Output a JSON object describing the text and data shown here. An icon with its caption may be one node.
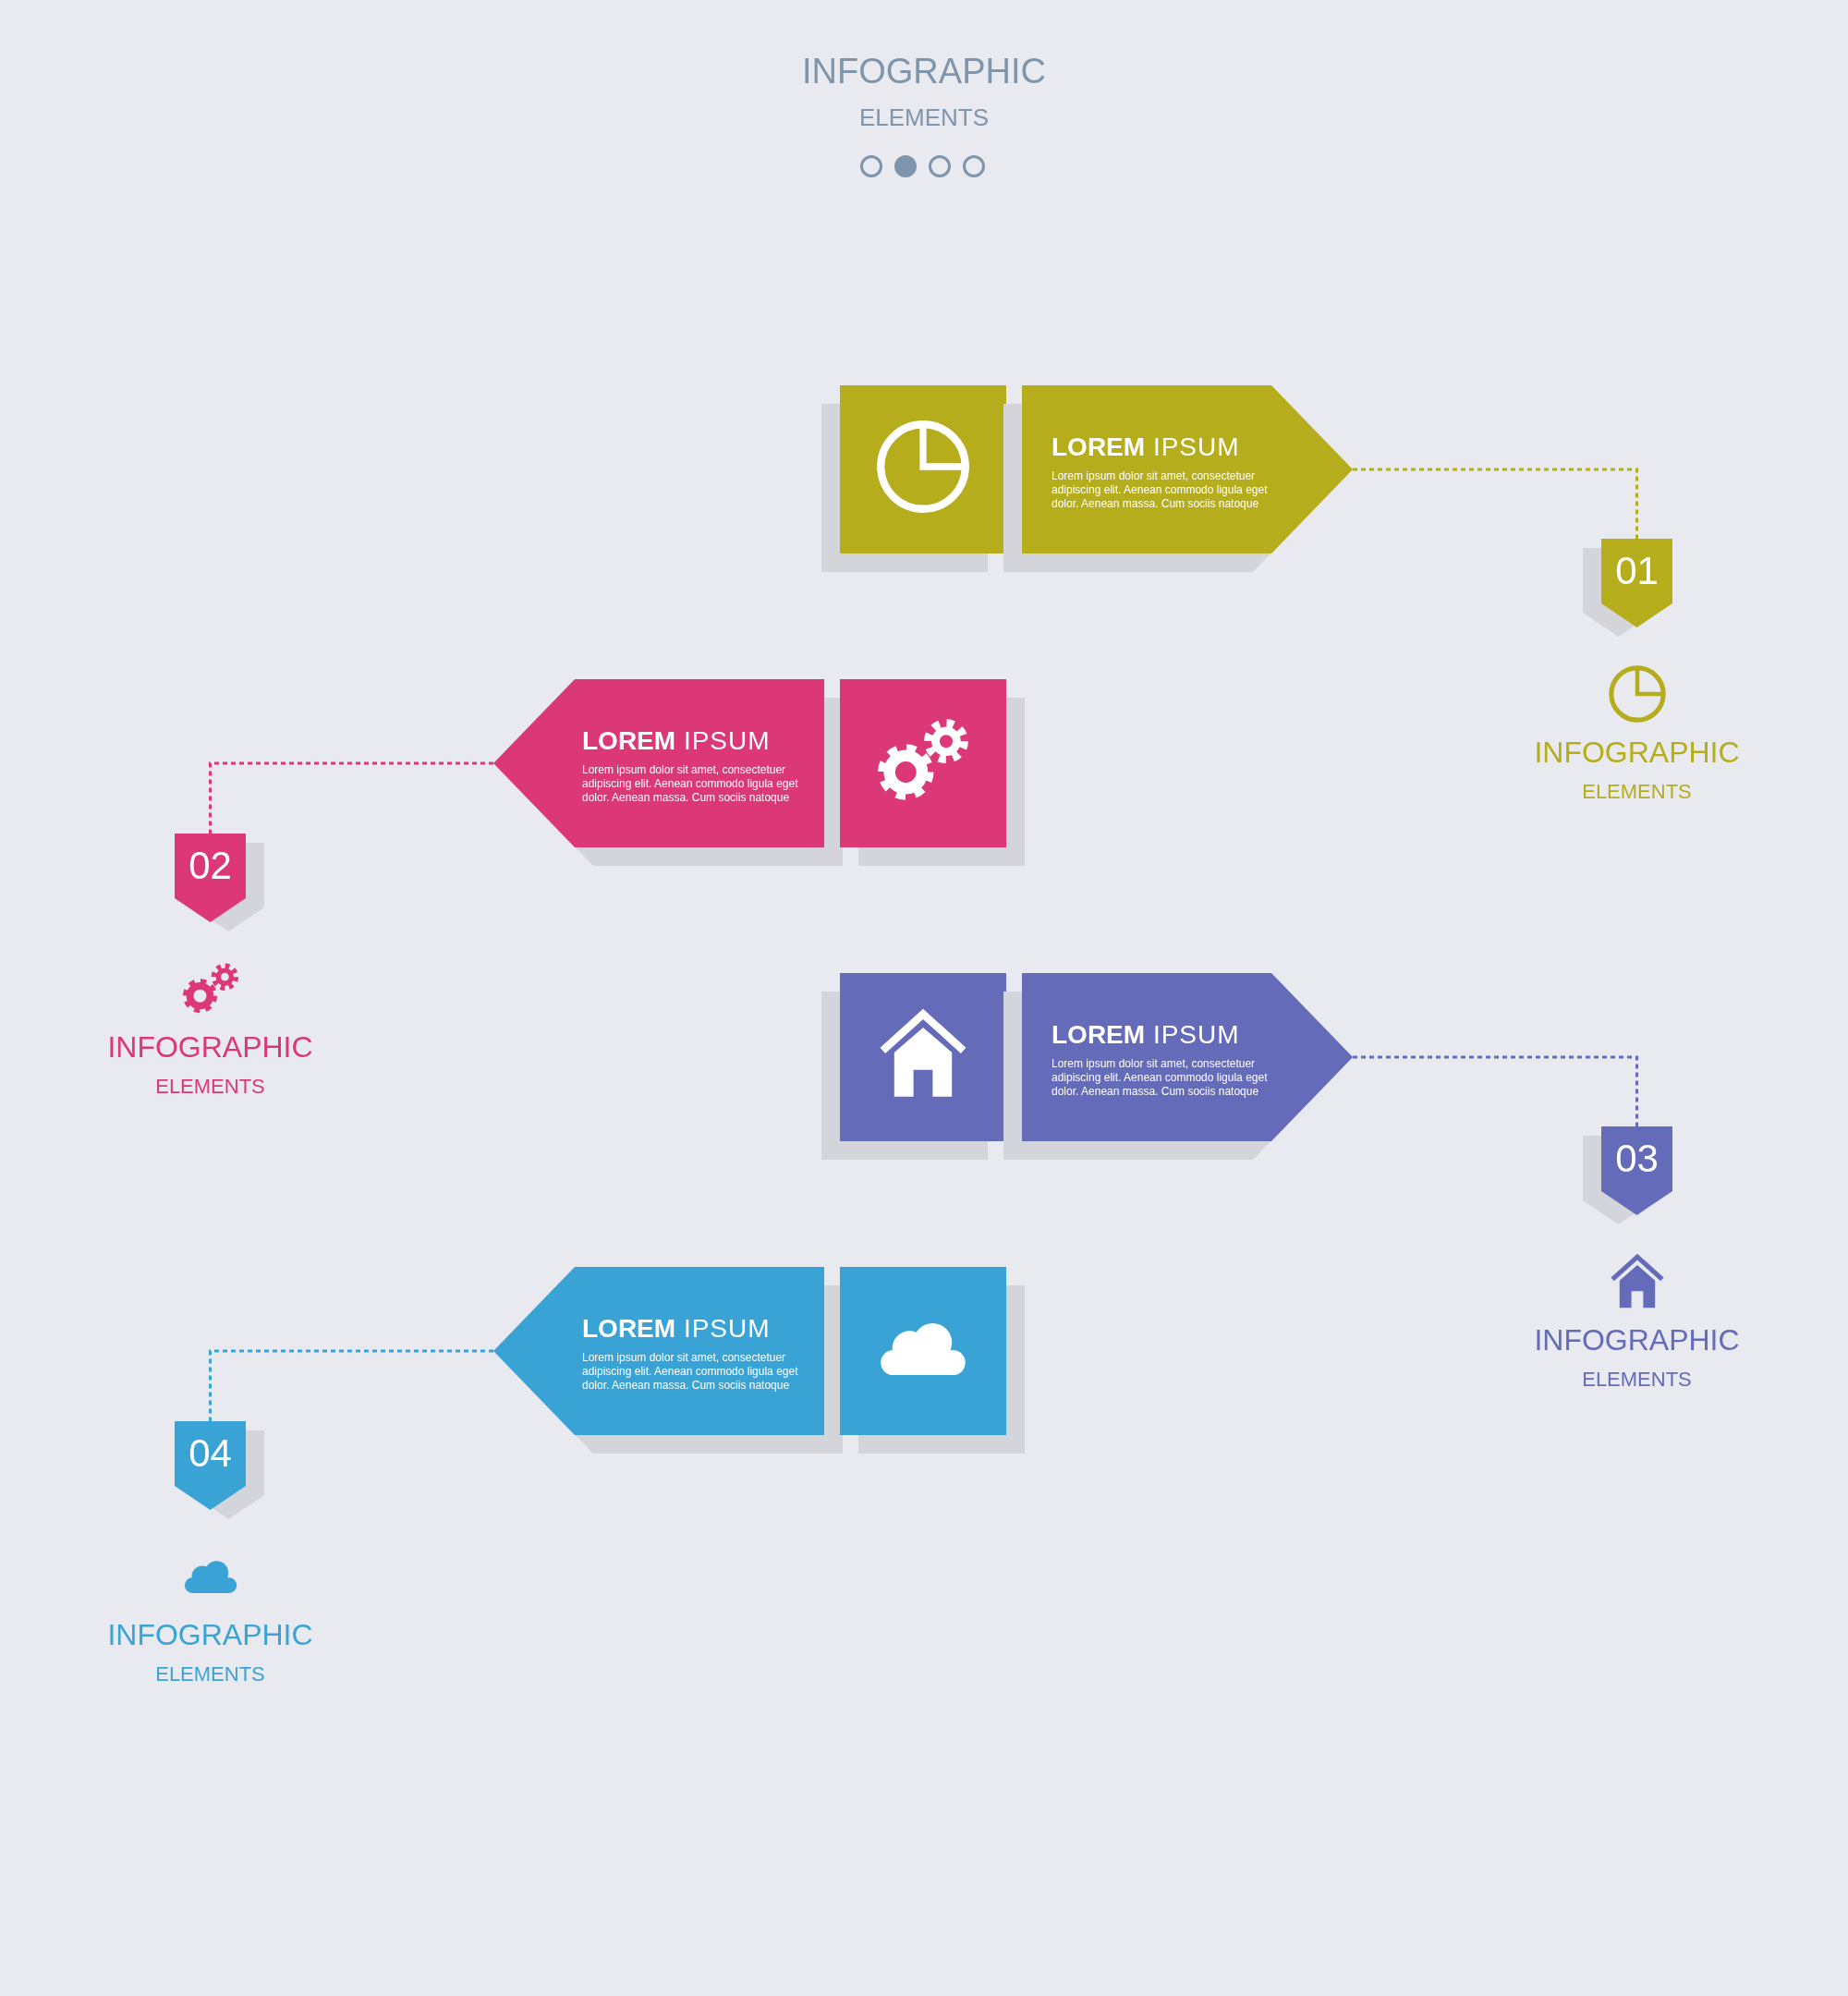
{
  "diagram": {
    "title": "INFOGRAPHIC",
    "nodes": [
      {
        "text": [],
        "shape": "box"
      },
      {
        "text": [
          "**LOREM** IPSUM",
          "Lorem ipsum dolor sit amet, consectetuer adipiscing elit. Aenean commodo ligula eget dolor. Aenean massa. Cum sociis natoque"
        ]
      },
      {
        "text": [
          "01"
        ],
        "beside": [
          "INFOGRAPHIC",
          "ELEMENTS"
        ]
      },
      {
        "text": [
          "**LOREM** IPSUM",
          "Lorem ipsum dolor sit amet, consectetuer adipiscing elit. Aenean commodo ligula eget dolor. Aenean massa. Cum sociis natoque"
        ]
      },
      {
        "text": [],
        "shape": "box"
      },
      {
        "text": [
          "02"
        ],
        "beside": [
          "INFOGRAPHIC",
          "ELEMENTS"
        ]
      },
      {
        "text": [],
        "shape": "box"
      },
      {
        "text": [
          "**LOREM** IPSUM",
          "Lorem ipsum dolor sit amet, consectetuer adipiscing elit. Aenean commodo ligula eget dolor. Aenean massa. Cum sociis natoque"
        ]
      },
      {
        "text": [
          "03"
        ],
        "beside": [
          "INFOGRAPHIC",
          "ELEMENTS"
        ]
      },
      {
        "text": [
          "**LOREM** IPSUM",
          "Lorem ipsum dolor sit amet, consectetuer adipiscing elit. Aenean commodo ligula eget dolor. Aenean massa. Cum sociis natoque"
        ]
      },
      {
        "text": [],
        "shape": "box"
      },
      {
        "text": [
          "04"
        ],
        "beside": [
          "INFOGRAPHIC",
          "ELEMENTS"
        ]
      }
    ],
    "edges": [
      {
        "from": 1,
        "to": 2,
        "arrow": "none",
        "style": "dashed",
        "color": "#b5ad1b"
      },
      {
        "from": 3,
        "to": 5,
        "arrow": "none",
        "style": "dashed",
        "color": "#dc3776"
      },
      {
        "from": 7,
        "to": 8,
        "arrow": "none",
        "style": "dashed",
        "color": "#646bb8"
      },
      {
        "from": 9,
        "to": 11,
        "arrow": "none",
        "style": "dashed",
        "color": "#3aa3d6"
      }
    ],
    "labels": [
      "ELEMENTS"
    ]
  }
}
